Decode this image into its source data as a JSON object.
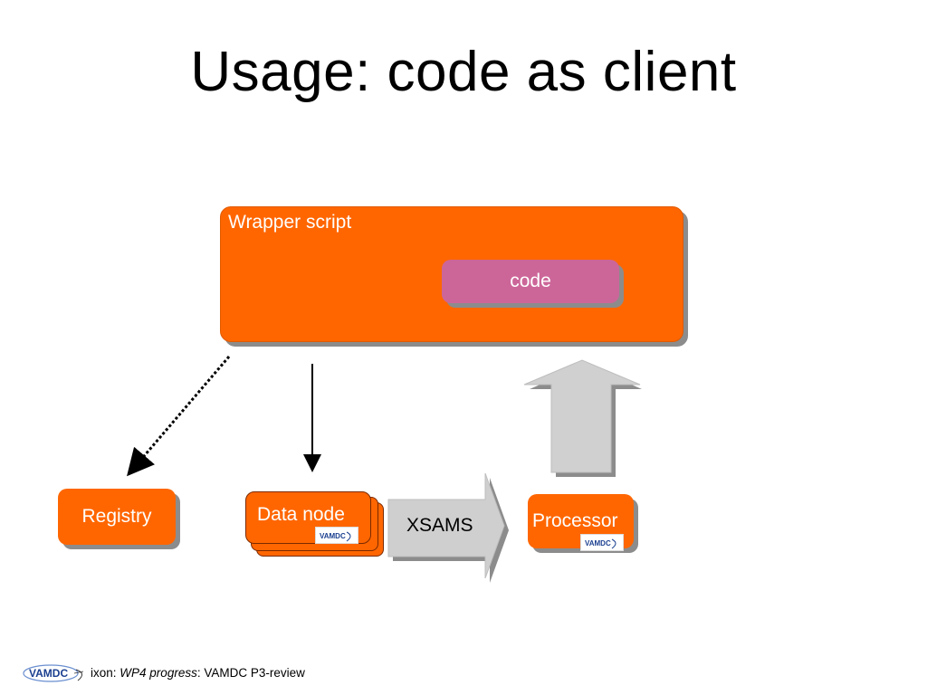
{
  "slide": {
    "title": "Usage: code as client"
  },
  "diagram": {
    "wrapper_label": "Wrapper script",
    "code_label": "code",
    "registry_label": "Registry",
    "datanode_label": "Data node",
    "xsams_label": "XSAMS",
    "processor_label": "Processor",
    "logo_text": "VAMDC"
  },
  "footer": {
    "author_fragment": "ixon:",
    "topic": "WP4 progress",
    "rest": ": VAMDC P3-review"
  },
  "colors": {
    "orange": "#ff6600",
    "pink": "#cc6699",
    "gray_arrow": "#cfcfcf"
  }
}
